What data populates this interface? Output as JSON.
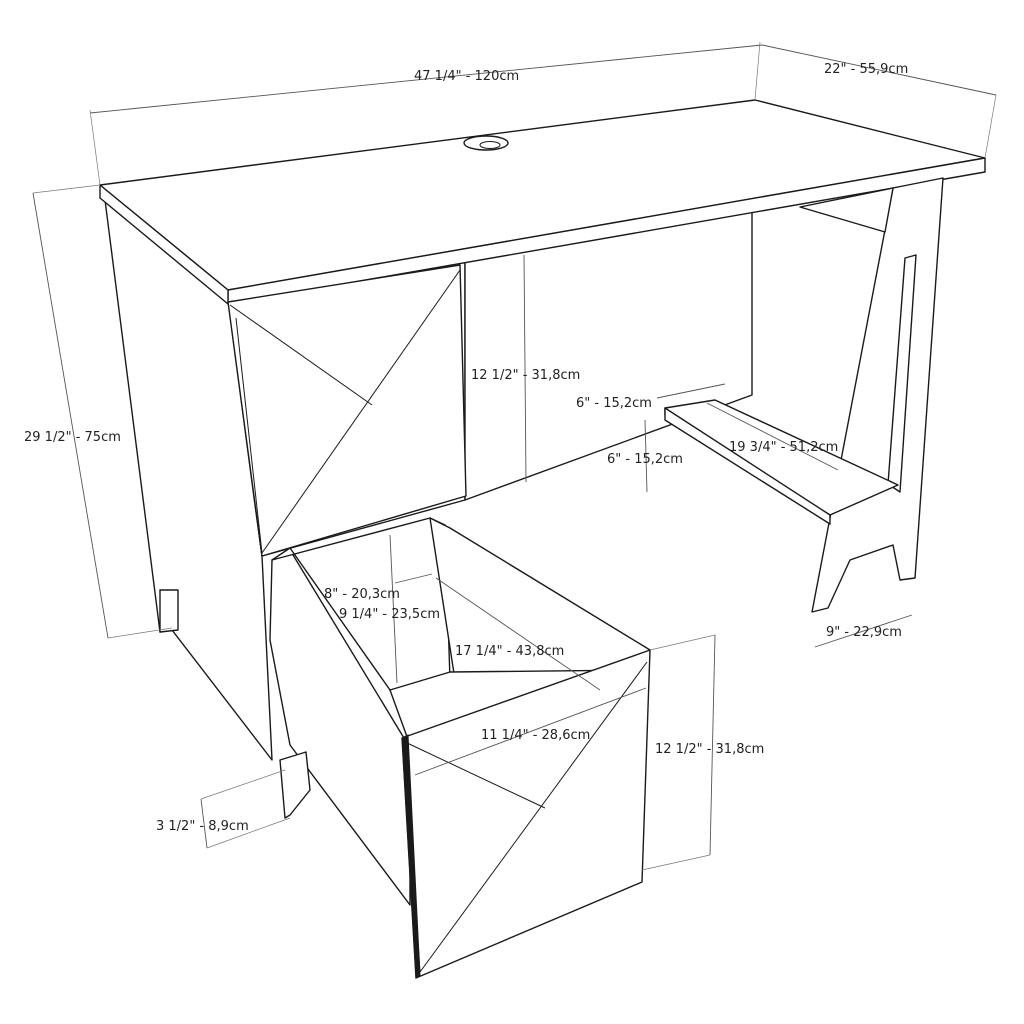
{
  "diagram": {
    "dimensions": {
      "overall_width": "47 1/4\" - 120cm",
      "overall_depth": "22\" - 55,9cm",
      "overall_height": "29 1/2\" - 75cm",
      "drawer_height_upper": "12 1/2\" - 31,8cm",
      "shelf_depth": "6\" - 15,2cm",
      "shelf_height": "6\" - 15,2cm",
      "shelf_length": "19 3/4\" - 51,2cm",
      "inner_drawer_height": "8\" - 20,3cm",
      "inner_drawer_depth": "9 1/4\" - 23,5cm",
      "inner_drawer_length": "17 1/4\" - 43,8cm",
      "leg_width": "9\" - 22,9cm",
      "drawer_front_width": "11 1/4\" - 28,6cm",
      "drawer_height_lower": "12 1/2\" - 31,8cm",
      "leg_height": "3 1/2\" - 8,9cm"
    }
  }
}
